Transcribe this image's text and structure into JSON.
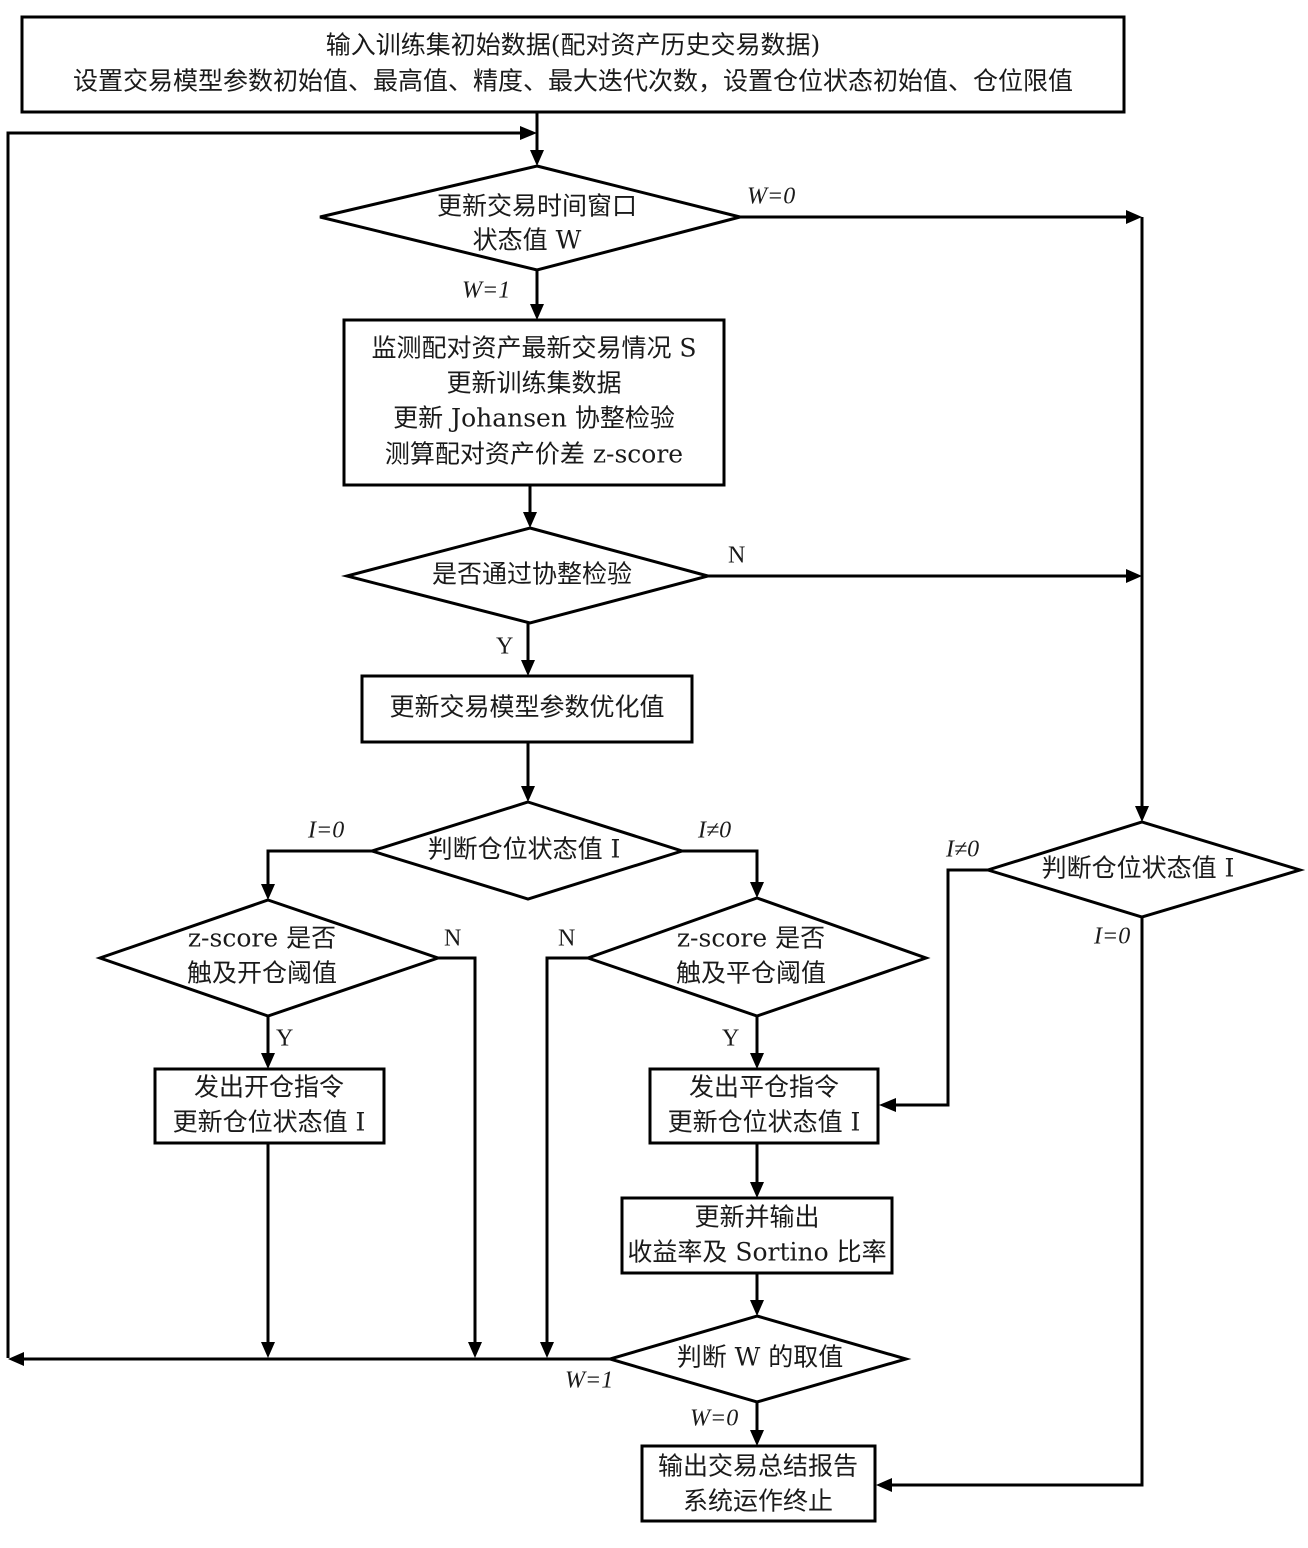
{
  "flowchart": {
    "nodes": {
      "init": {
        "type": "process",
        "lines": [
          "输入训练集初始数据(配对资产历史交易数据)",
          "设置交易模型参数初始值、最高值、精度、最大迭代次数，设置仓位状态初始值、仓位限值"
        ]
      },
      "update_window": {
        "type": "decision",
        "lines": [
          "更新交易时间窗口",
          "状态值 W"
        ]
      },
      "monitor": {
        "type": "process",
        "lines": [
          "监测配对资产最新交易情况 S",
          "更新训练集数据",
          "更新 Johansen 协整检验",
          "测算配对资产价差 z-score"
        ]
      },
      "coint_test": {
        "type": "decision",
        "lines": [
          "是否通过协整检验"
        ]
      },
      "update_params": {
        "type": "process",
        "lines": [
          "更新交易模型参数优化值"
        ]
      },
      "judge_position_center": {
        "type": "decision",
        "lines": [
          "判断仓位状态值 I"
        ]
      },
      "open_threshold": {
        "type": "decision",
        "lines": [
          "z-score 是否",
          "触及开仓阈值"
        ]
      },
      "close_threshold": {
        "type": "decision",
        "lines": [
          "z-score 是否",
          "触及平仓阈值"
        ]
      },
      "judge_position_right": {
        "type": "decision",
        "lines": [
          "判断仓位状态值 I"
        ]
      },
      "open_order": {
        "type": "process",
        "lines": [
          "发出开仓指令",
          "更新仓位状态值 I"
        ]
      },
      "close_order": {
        "type": "process",
        "lines": [
          "发出平仓指令",
          "更新仓位状态值 I"
        ]
      },
      "output_returns": {
        "type": "process",
        "lines": [
          "更新并输出",
          "收益率及 Sortino 比率"
        ]
      },
      "judge_w": {
        "type": "decision",
        "lines": [
          "判断 W 的取值"
        ]
      },
      "final_report": {
        "type": "process",
        "lines": [
          "输出交易总结报告",
          "系统运作终止"
        ]
      }
    },
    "edge_labels": {
      "w0_top": "W=0",
      "w1_top": "W=1",
      "coint_no": "N",
      "coint_yes": "Y",
      "i_eq0_center": "I=0",
      "i_ne0_center": "I≠0",
      "open_no": "N",
      "open_yes": "Y",
      "close_no": "N",
      "close_yes": "Y",
      "i_ne0_right": "I≠0",
      "i_eq0_right": "I=0",
      "w1_bottom": "W=1",
      "w0_bottom": "W=0"
    }
  }
}
